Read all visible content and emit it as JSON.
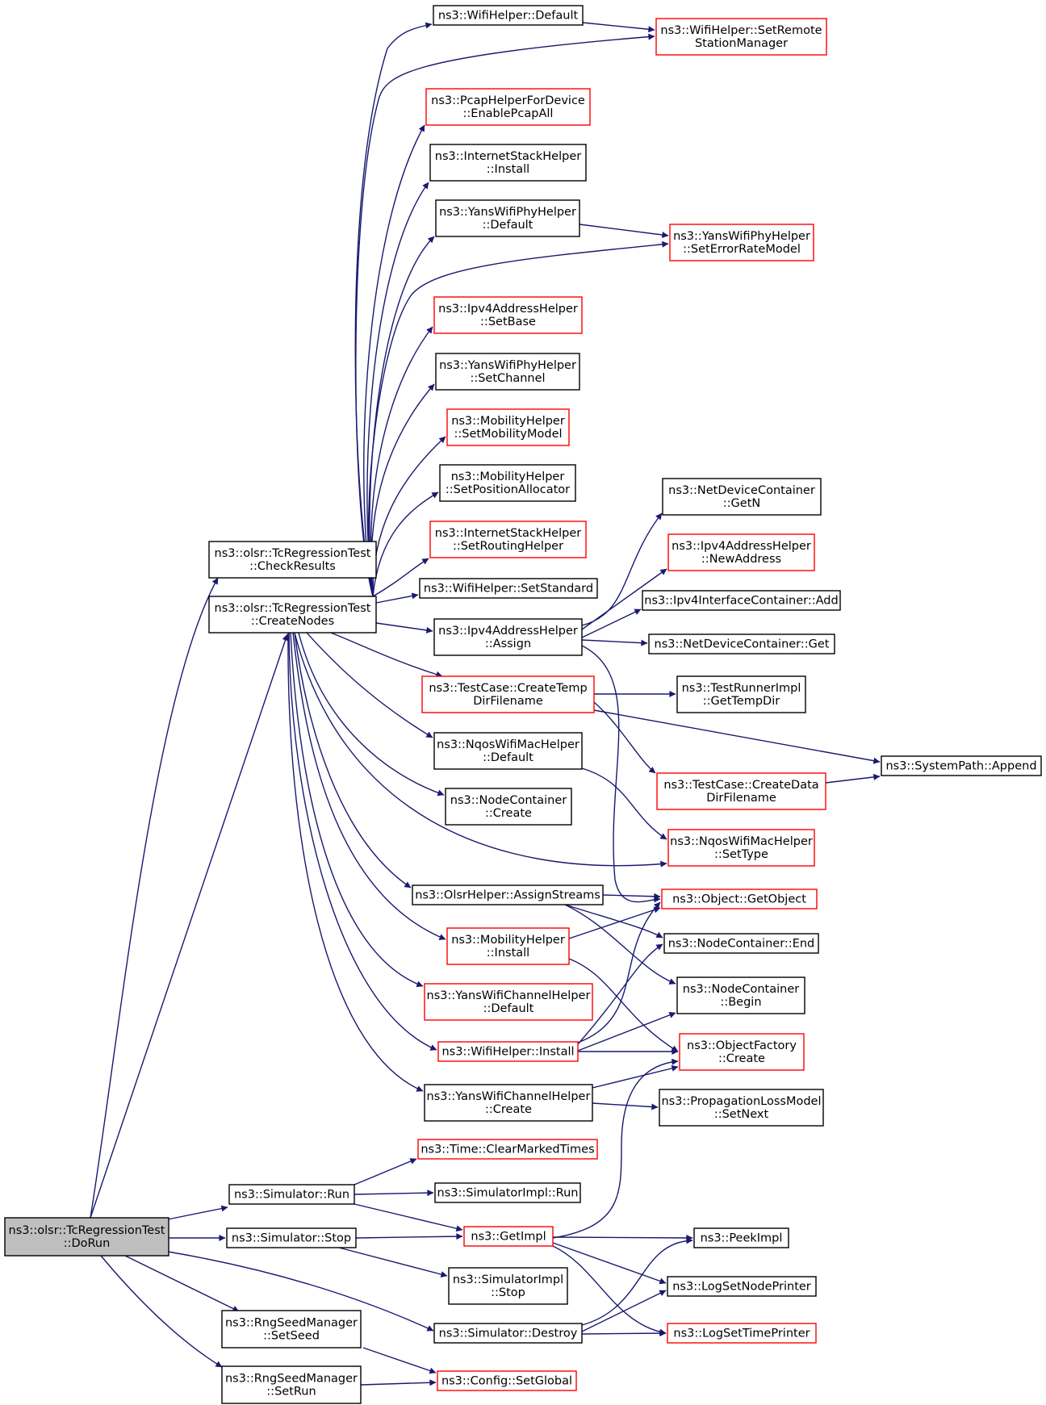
{
  "colors": {
    "edge": "#191970",
    "border_normal": "#000000",
    "border_truncated": "#ff0000",
    "fill_root": "#bfbfbf",
    "fill_default": "#ffffff"
  },
  "nodes": [
    {
      "id": "dorun",
      "lines": [
        "ns3::olsr::TcRegressionTest",
        "::DoRun"
      ],
      "style": "root"
    },
    {
      "id": "checkresults",
      "lines": [
        "ns3::olsr::TcRegressionTest",
        "::CheckResults"
      ],
      "style": "normal"
    },
    {
      "id": "createnodes",
      "lines": [
        "ns3::olsr::TcRegressionTest",
        "::CreateNodes"
      ],
      "style": "normal"
    },
    {
      "id": "sim_run",
      "lines": [
        "ns3::Simulator::Run"
      ],
      "style": "normal"
    },
    {
      "id": "sim_stop",
      "lines": [
        "ns3::Simulator::Stop"
      ],
      "style": "normal"
    },
    {
      "id": "rng_setseed",
      "lines": [
        "ns3::RngSeedManager",
        "::SetSeed"
      ],
      "style": "normal"
    },
    {
      "id": "rng_setrun",
      "lines": [
        "ns3::RngSeedManager",
        "::SetRun"
      ],
      "style": "normal"
    },
    {
      "id": "wifi_default",
      "lines": [
        "ns3::WifiHelper::Default"
      ],
      "style": "normal"
    },
    {
      "id": "pcap_enable",
      "lines": [
        "ns3::PcapHelperForDevice",
        "::EnablePcapAll"
      ],
      "style": "truncated"
    },
    {
      "id": "inet_install",
      "lines": [
        "ns3::InternetStackHelper",
        "::Install"
      ],
      "style": "normal"
    },
    {
      "id": "yansphy_default",
      "lines": [
        "ns3::YansWifiPhyHelper",
        "::Default"
      ],
      "style": "normal"
    },
    {
      "id": "ipv4addr_setbase",
      "lines": [
        "ns3::Ipv4AddressHelper",
        "::SetBase"
      ],
      "style": "truncated"
    },
    {
      "id": "yansphy_setchannel",
      "lines": [
        "ns3::YansWifiPhyHelper",
        "::SetChannel"
      ],
      "style": "normal"
    },
    {
      "id": "mob_setmodel",
      "lines": [
        "ns3::MobilityHelper",
        "::SetMobilityModel"
      ],
      "style": "truncated"
    },
    {
      "id": "mob_setpos",
      "lines": [
        "ns3::MobilityHelper",
        "::SetPositionAllocator"
      ],
      "style": "normal"
    },
    {
      "id": "inet_setrouting",
      "lines": [
        "ns3::InternetStackHelper",
        "::SetRoutingHelper"
      ],
      "style": "truncated"
    },
    {
      "id": "wifi_setstandard",
      "lines": [
        "ns3::WifiHelper::SetStandard"
      ],
      "style": "normal"
    },
    {
      "id": "ipv4addr_assign",
      "lines": [
        "ns3::Ipv4AddressHelper",
        "::Assign"
      ],
      "style": "normal"
    },
    {
      "id": "tc_createtemp",
      "lines": [
        "ns3::TestCase::CreateTemp",
        "DirFilename"
      ],
      "style": "truncated"
    },
    {
      "id": "nqos_default",
      "lines": [
        "ns3::NqosWifiMacHelper",
        "::Default"
      ],
      "style": "normal"
    },
    {
      "id": "nodecont_create",
      "lines": [
        "ns3::NodeContainer",
        "::Create"
      ],
      "style": "normal"
    },
    {
      "id": "olsr_assign",
      "lines": [
        "ns3::OlsrHelper::AssignStreams"
      ],
      "style": "normal"
    },
    {
      "id": "mob_install",
      "lines": [
        "ns3::MobilityHelper",
        "::Install"
      ],
      "style": "truncated"
    },
    {
      "id": "yanschan_default",
      "lines": [
        "ns3::YansWifiChannelHelper",
        "::Default"
      ],
      "style": "truncated"
    },
    {
      "id": "wifi_install",
      "lines": [
        "ns3::WifiHelper::Install"
      ],
      "style": "truncated"
    },
    {
      "id": "yanschan_create",
      "lines": [
        "ns3::YansWifiChannelHelper",
        "::Create"
      ],
      "style": "normal"
    },
    {
      "id": "time_clear",
      "lines": [
        "ns3::Time::ClearMarkedTimes"
      ],
      "style": "truncated"
    },
    {
      "id": "simimpl_run",
      "lines": [
        "ns3::SimulatorImpl::Run"
      ],
      "style": "normal"
    },
    {
      "id": "getimpl",
      "lines": [
        "ns3::GetImpl"
      ],
      "style": "truncated"
    },
    {
      "id": "simimpl_stop",
      "lines": [
        "ns3::SimulatorImpl",
        "::Stop"
      ],
      "style": "normal"
    },
    {
      "id": "sim_destroy",
      "lines": [
        "ns3::Simulator::Destroy"
      ],
      "style": "normal"
    },
    {
      "id": "config_setglobal",
      "lines": [
        "ns3::Config::SetGlobal"
      ],
      "style": "truncated"
    },
    {
      "id": "wifi_setremote",
      "lines": [
        "ns3::WifiHelper::SetRemote",
        "StationManager"
      ],
      "style": "truncated"
    },
    {
      "id": "yansphy_seterror",
      "lines": [
        "ns3::YansWifiPhyHelper",
        "::SetErrorRateModel"
      ],
      "style": "truncated"
    },
    {
      "id": "netdev_getn",
      "lines": [
        "ns3::NetDeviceContainer",
        "::GetN"
      ],
      "style": "normal"
    },
    {
      "id": "ipv4addr_newaddr",
      "lines": [
        "ns3::Ipv4AddressHelper",
        "::NewAddress"
      ],
      "style": "truncated"
    },
    {
      "id": "ipv4if_add",
      "lines": [
        "ns3::Ipv4InterfaceContainer::Add"
      ],
      "style": "normal"
    },
    {
      "id": "netdev_get",
      "lines": [
        "ns3::NetDeviceContainer::Get"
      ],
      "style": "normal"
    },
    {
      "id": "testrunner_gettemp",
      "lines": [
        "ns3::TestRunnerImpl",
        "::GetTempDir"
      ],
      "style": "normal"
    },
    {
      "id": "tc_createdata",
      "lines": [
        "ns3::TestCase::CreateData",
        "DirFilename"
      ],
      "style": "truncated"
    },
    {
      "id": "nqos_settype",
      "lines": [
        "ns3::NqosWifiMacHelper",
        "::SetType"
      ],
      "style": "truncated"
    },
    {
      "id": "object_getobject",
      "lines": [
        "ns3::Object::GetObject"
      ],
      "style": "truncated"
    },
    {
      "id": "nodecont_end",
      "lines": [
        "ns3::NodeContainer::End"
      ],
      "style": "normal"
    },
    {
      "id": "nodecont_begin",
      "lines": [
        "ns3::NodeContainer",
        "::Begin"
      ],
      "style": "normal"
    },
    {
      "id": "objfactory_create",
      "lines": [
        "ns3::ObjectFactory",
        "::Create"
      ],
      "style": "truncated"
    },
    {
      "id": "proploss_setnext",
      "lines": [
        "ns3::PropagationLossModel",
        "::SetNext"
      ],
      "style": "normal"
    },
    {
      "id": "peekimpl",
      "lines": [
        "ns3::PeekImpl"
      ],
      "style": "normal"
    },
    {
      "id": "log_setnode",
      "lines": [
        "ns3::LogSetNodePrinter"
      ],
      "style": "normal"
    },
    {
      "id": "log_settime",
      "lines": [
        "ns3::LogSetTimePrinter"
      ],
      "style": "truncated"
    },
    {
      "id": "systempath_append",
      "lines": [
        "ns3::SystemPath::Append"
      ],
      "style": "normal"
    }
  ]
}
